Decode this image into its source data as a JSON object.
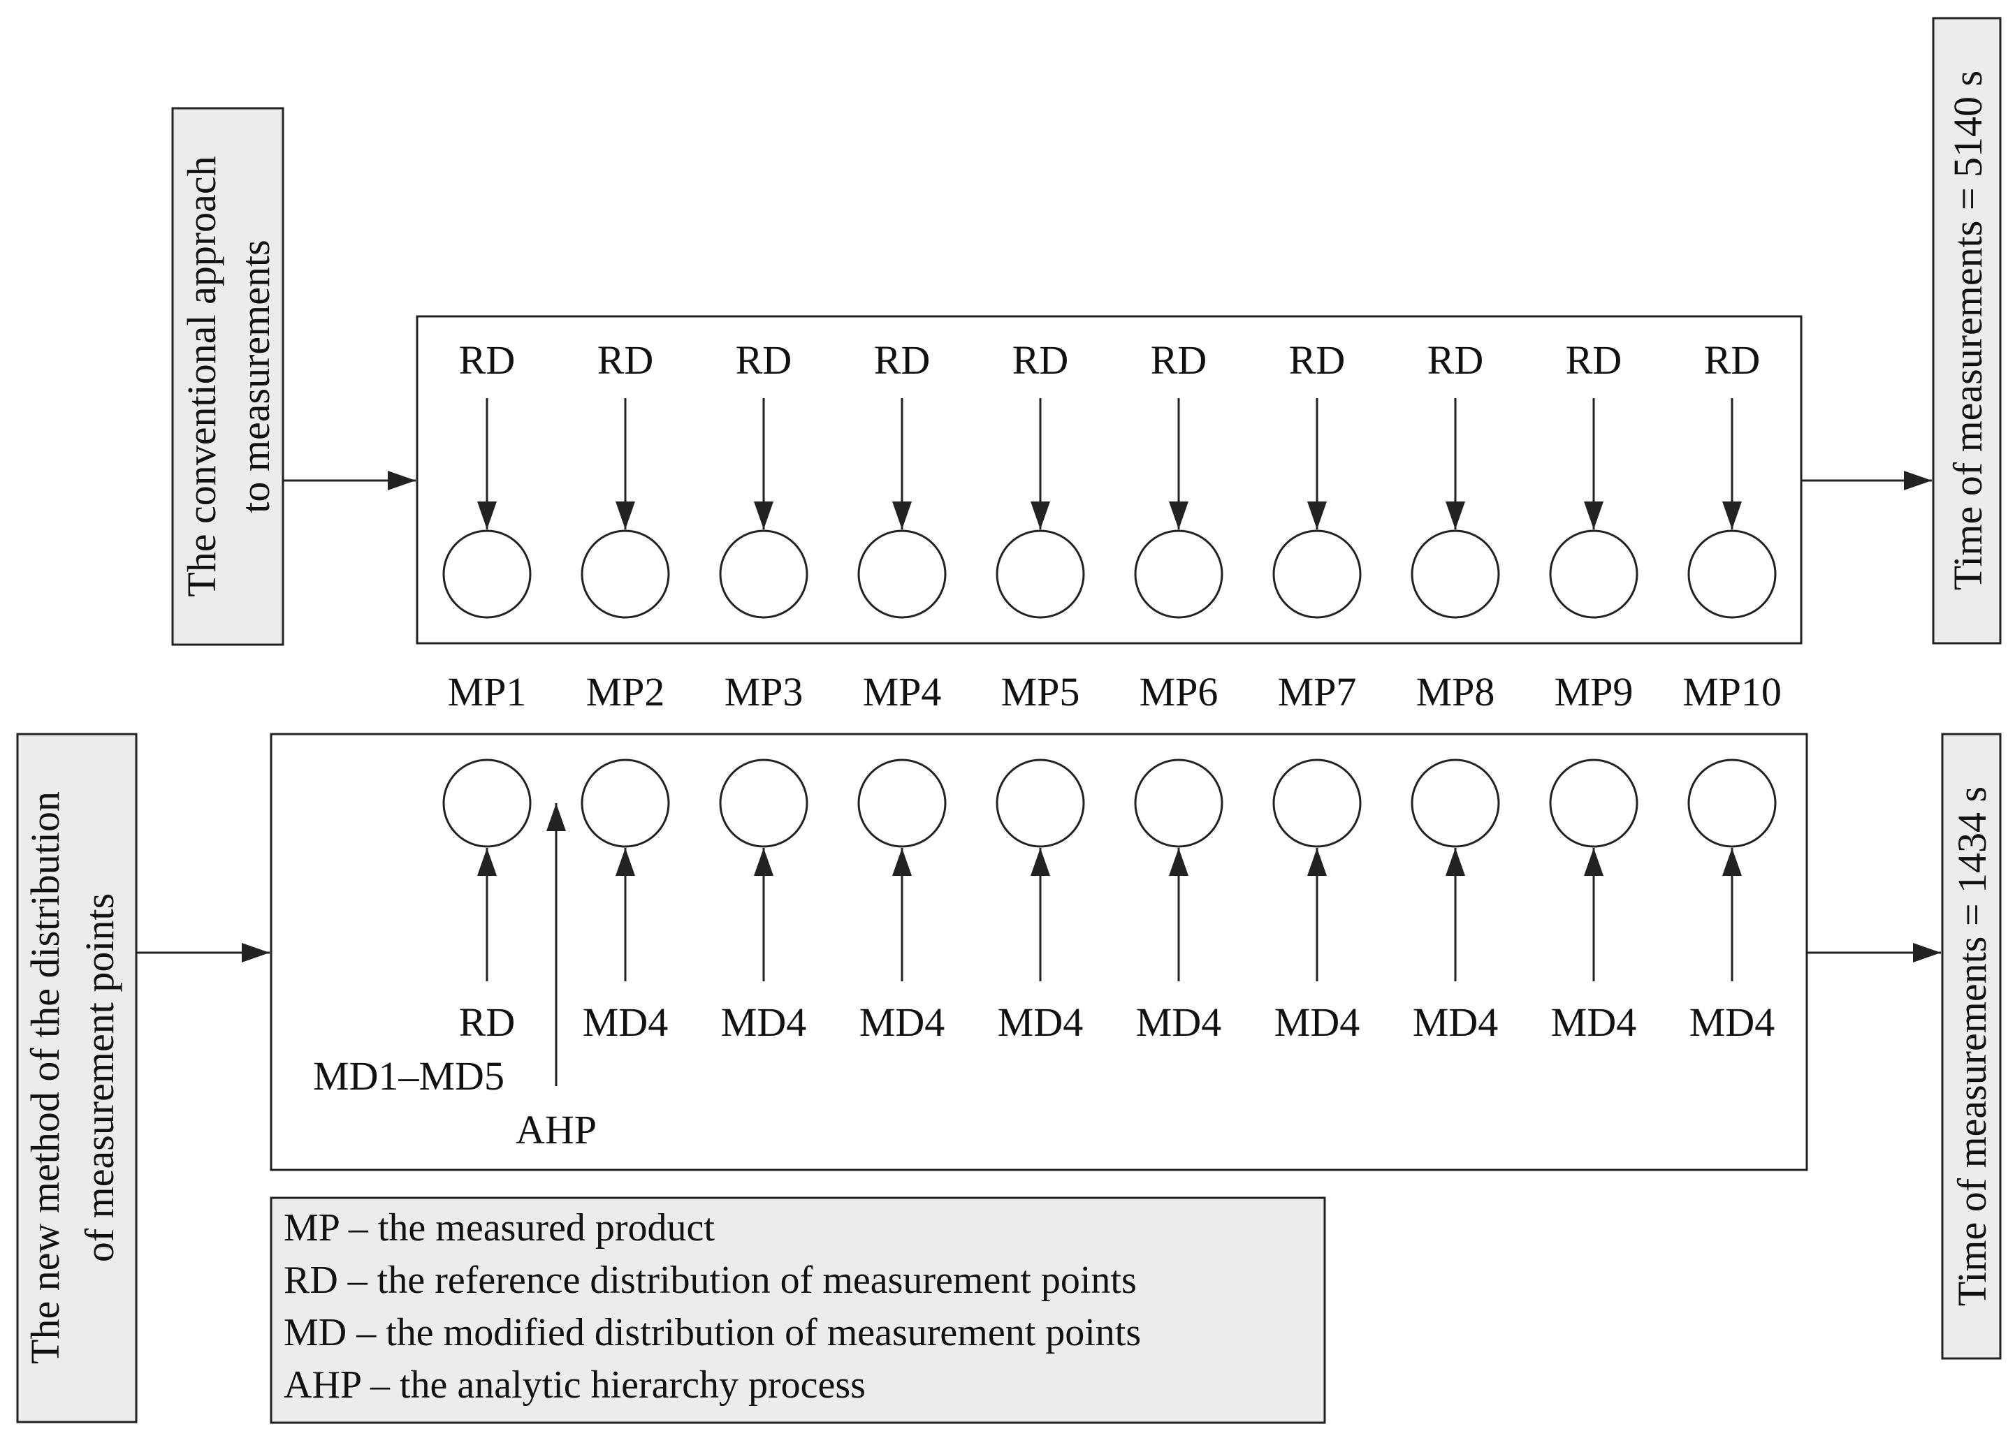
{
  "top": {
    "side_label_line1": "The conventional approach",
    "side_label_line2": "to measurements",
    "rd_label": "RD",
    "time_label": "Time of measurements = 5140 s"
  },
  "products": [
    "MP1",
    "MP2",
    "MP3",
    "MP4",
    "MP5",
    "MP6",
    "MP7",
    "MP8",
    "MP9",
    "MP10"
  ],
  "bottom": {
    "side_label_line1": "The new method of the distribution",
    "side_label_line2": "of measurement points",
    "first_labels": [
      "RD",
      "MD1–MD5"
    ],
    "ahp_label": "AHP",
    "md_label": "MD4",
    "time_label": "Time of measurements = 1434 s"
  },
  "legend": [
    "MP – the measured product",
    "RD – the reference distribution of measurement points",
    "MD – the modified distribution of measurement points",
    "AHP – the analytic hierarchy process"
  ]
}
